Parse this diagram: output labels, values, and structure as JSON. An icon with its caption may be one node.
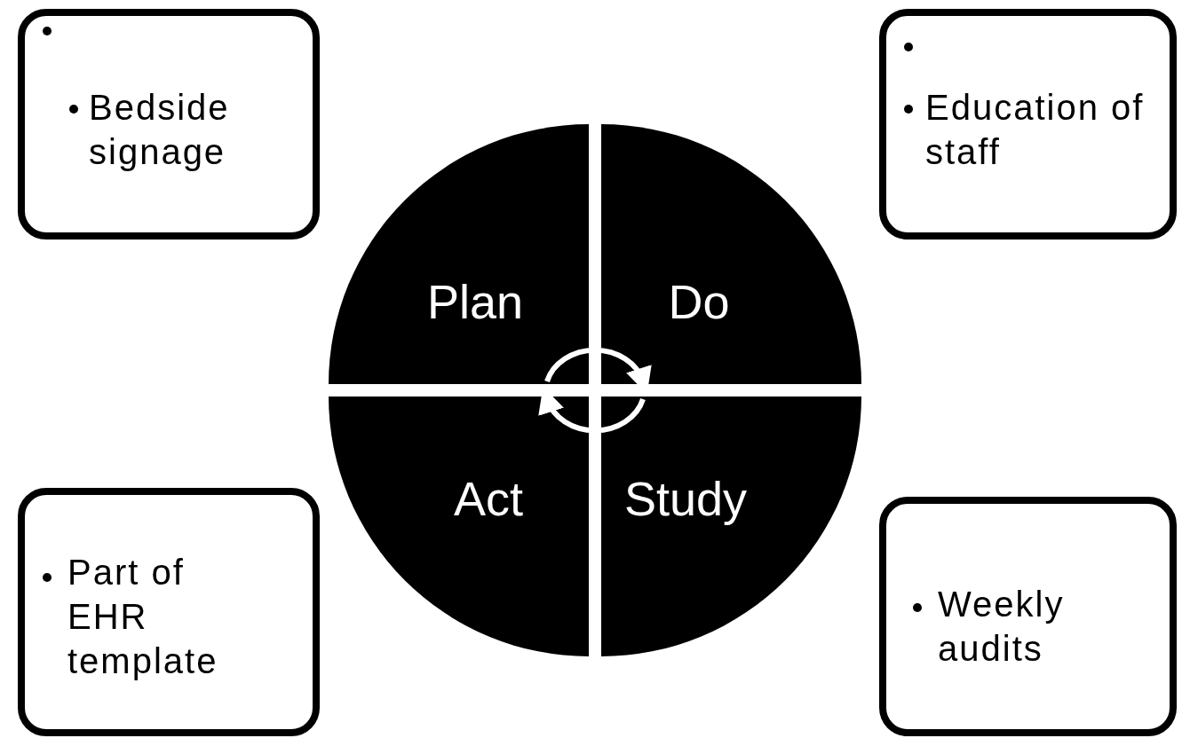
{
  "diagram": {
    "nodes": [
      {
        "text": [
          "Bedside signage"
        ]
      },
      {
        "text": [
          "Education of staff"
        ]
      },
      {
        "text": [
          "Plan"
        ]
      },
      {
        "text": [
          "Do"
        ]
      },
      {
        "text": [
          "Act"
        ]
      },
      {
        "text": [
          "Study"
        ]
      },
      {
        "text": [
          "Part of EHR template"
        ]
      },
      {
        "text": [
          "Weekly audits"
        ]
      }
    ],
    "edges": [
      {
        "from": 2,
        "to": 3,
        "arrow": "to"
      },
      {
        "from": 5,
        "to": 4,
        "arrow": "to"
      }
    ]
  }
}
